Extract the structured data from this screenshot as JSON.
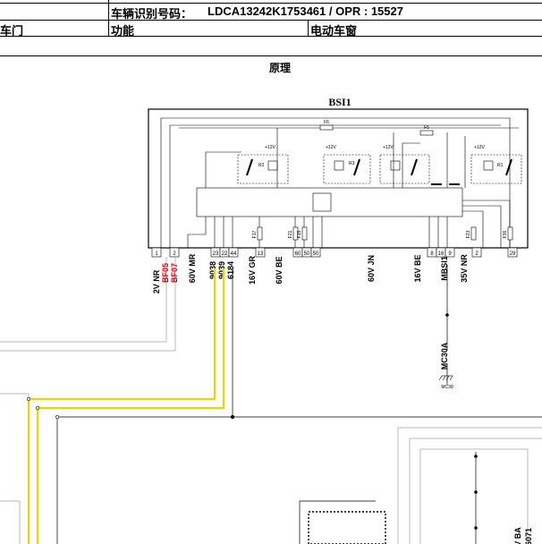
{
  "header": {
    "vin_label": "车辆识别号码：",
    "vin_value": "LDCA13242K1753461 / OPR : 15527",
    "left_cell": "车门",
    "function_label": "功能",
    "function_value": "电动车窗"
  },
  "diagram": {
    "section_title": "原理",
    "module_name": "BSI1",
    "connectors_left": [
      {
        "id": "c2vnr",
        "text": "2V NR"
      },
      {
        "id": "bf05",
        "text": "BF05",
        "color": "#d40000"
      },
      {
        "id": "bf07",
        "text": "BF07",
        "color": "#d40000"
      },
      {
        "id": "c60vmr",
        "text": "60V MR"
      },
      {
        "id": "w9038",
        "text": "9038"
      },
      {
        "id": "w9039",
        "text": "9039"
      },
      {
        "id": "w6184",
        "text": "6184"
      },
      {
        "id": "c16vgr",
        "text": "16V GR"
      },
      {
        "id": "c60vbe",
        "text": "60V BE"
      }
    ],
    "connectors_right": [
      {
        "id": "c60vjn",
        "text": "60V JN"
      },
      {
        "id": "c16vbe",
        "text": "16V BE"
      },
      {
        "id": "mbsi1",
        "text": "MBSI1"
      },
      {
        "id": "c35vnr",
        "text": "35V NR"
      }
    ],
    "pins": [
      "1",
      "2",
      "23",
      "22",
      "44",
      "13",
      "60",
      "50",
      "50",
      "8",
      "16",
      "9",
      "2",
      "29"
    ],
    "fuses": [
      "F6",
      "F5",
      "F17",
      "F21",
      "F15",
      "F23",
      "F36"
    ],
    "relays": [
      "R2",
      "R3",
      "R1"
    ],
    "supply_labels": [
      "+12V",
      "+12V",
      "+12V",
      "+12V"
    ],
    "ground_labels": [
      "MC30A",
      "MC30"
    ],
    "partial_labels": [
      "V BA",
      "6071"
    ]
  }
}
